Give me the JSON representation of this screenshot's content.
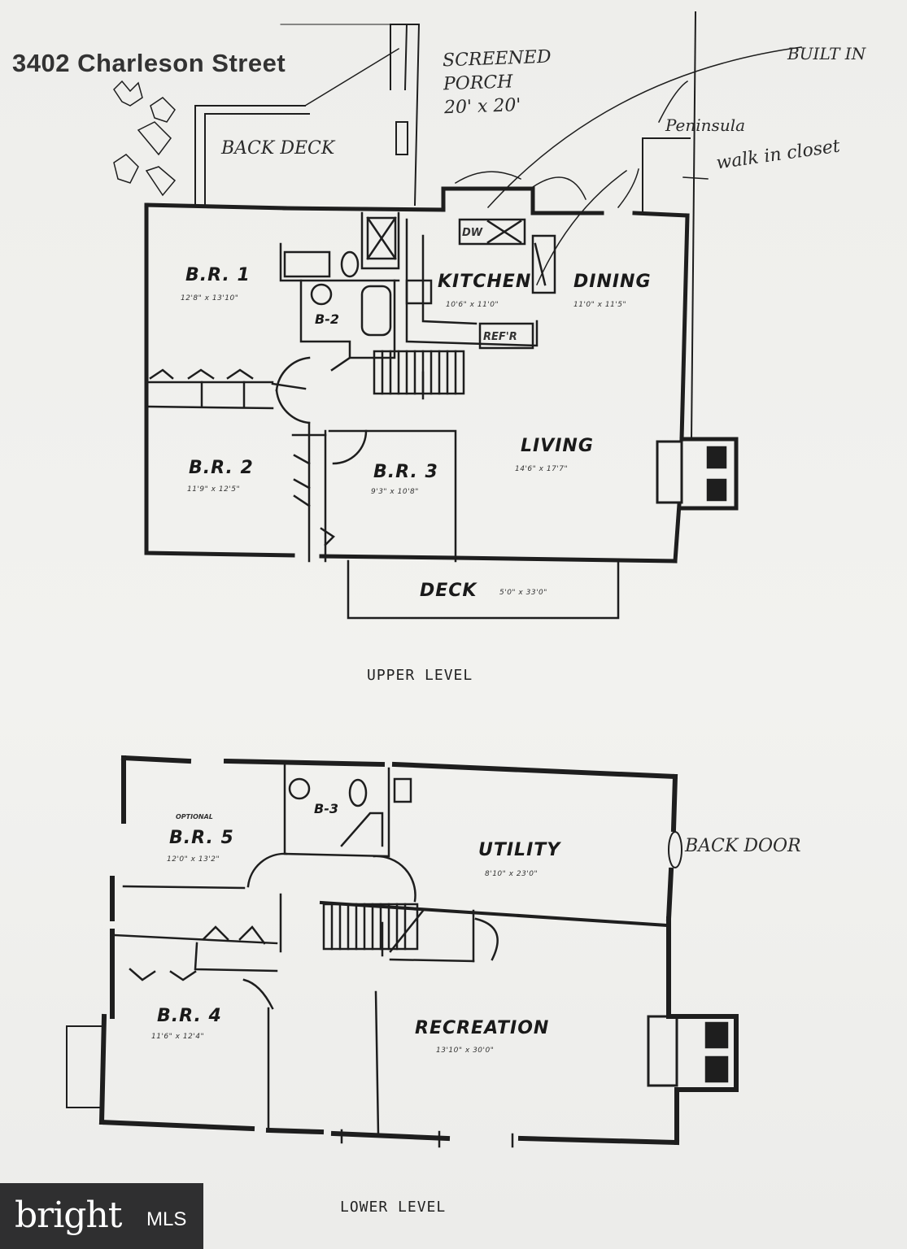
{
  "title": "3402 Charleson Street",
  "handwritten": {
    "screened_porch": "SCREENED\nPORCH\n20' x 20'",
    "back_deck": "BACK DECK",
    "built_in": "BUILT IN",
    "peninsula": "Peninsula",
    "walk_in_closet": "walk in closet",
    "back_door": "BACK DOOR"
  },
  "upper_level": {
    "label": "UPPER LEVEL",
    "rooms": {
      "br1": {
        "name": "B.R. 1",
        "dims": "12'8\" x 13'10\""
      },
      "b2": {
        "name": "B-2"
      },
      "kitchen": {
        "name": "KITCHEN",
        "dims": "10'6\" x 11'0\""
      },
      "dining": {
        "name": "DINING",
        "dims": "11'0\" x 11'5\""
      },
      "dw": {
        "name": "DW"
      },
      "refr": {
        "name": "REF'R"
      },
      "br2": {
        "name": "B.R. 2",
        "dims": "11'9\" x 12'5\""
      },
      "br3": {
        "name": "B.R. 3",
        "dims": "9'3\" x 10'8\""
      },
      "living": {
        "name": "LIVING",
        "dims": "14'6\" x 17'7\""
      },
      "deck": {
        "name": "DECK",
        "dims": "5'0\" x 33'0\""
      }
    }
  },
  "lower_level": {
    "label": "LOWER LEVEL",
    "rooms": {
      "br5": {
        "note": "OPTIONAL",
        "name": "B.R. 5",
        "dims": "12'0\" x 13'2\""
      },
      "b3": {
        "name": "B-3"
      },
      "utility": {
        "name": "UTILITY",
        "dims": "8'10\" x 23'0\""
      },
      "br4": {
        "name": "B.R. 4",
        "dims": "11'6\" x 12'4\""
      },
      "recreation": {
        "name": "RECREATION",
        "dims": "13'10\" x 30'0\""
      }
    }
  },
  "watermark": {
    "brand": "bright",
    "suffix": "MLS"
  }
}
